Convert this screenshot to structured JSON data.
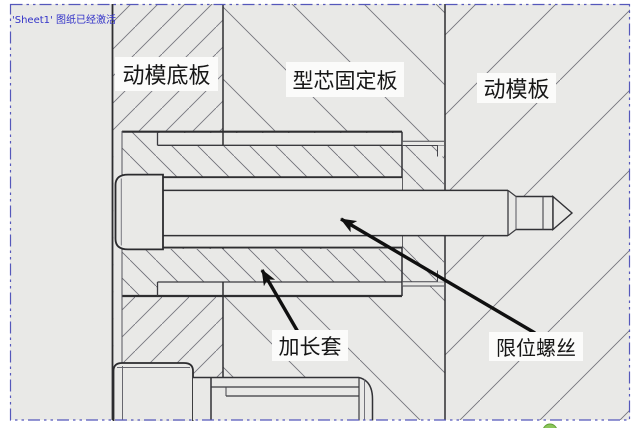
{
  "sheet_status": "'Sheet1' 图纸已经激活",
  "labels": {
    "plate_left": "动模底板",
    "plate_middle": "型芯固定板",
    "plate_right": "动模板",
    "callout_sleeve": "加长套",
    "callout_screw": "限位螺丝"
  },
  "colors": {
    "sheet_border_blue": "#5558bb",
    "status_text_blue": "#3232c8",
    "drawing_background": "#e9e9e7",
    "tray_icon_green": "#8bc65a"
  }
}
